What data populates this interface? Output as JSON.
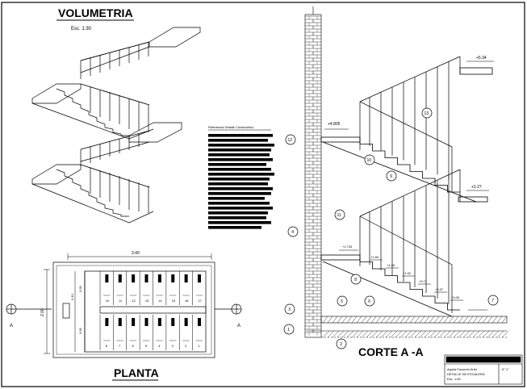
{
  "titles": {
    "volumetria": "VOLUMETRIA",
    "volumetria_scale": "Esc. 1:30",
    "planta": "PLANTA",
    "corte": "CORTE A -A"
  },
  "legend": {
    "heading": "Referencia Detalle Constructivo"
  },
  "plan": {
    "width_dim": "3.40",
    "height_dim": "2.00",
    "half_dim_top": "0.95",
    "half_dim_bottom": "0.95",
    "landing_dim": "0.10",
    "section_mark_left": "A",
    "section_mark_right": "A",
    "tread_top": [
      "10",
      "11",
      "12",
      "13",
      "14",
      "15",
      "16",
      "17"
    ],
    "tread_bottom": [
      "8",
      "7",
      "6",
      "5",
      "4",
      "3",
      "2",
      "1"
    ]
  },
  "section": {
    "levels": {
      "top": "+5.34",
      "mid_upper": "+4.805",
      "mid_lower": "+2.27",
      "low": "+1.725",
      "steps": [
        "+1.69",
        "+1.35",
        "+1.02",
        "+0.71",
        "+0.37",
        "+0.00"
      ]
    },
    "callouts": [
      "1",
      "2",
      "3",
      "4",
      "5",
      "6",
      "7",
      "8",
      "9",
      "10",
      "11",
      "12",
      "13"
    ]
  },
  "title_block": {
    "author": "Aguila Facundo Ariel",
    "grade": "6° 1°",
    "subject": "DETALLE DE ESCALERA",
    "scale": "Esc. 1:50"
  }
}
